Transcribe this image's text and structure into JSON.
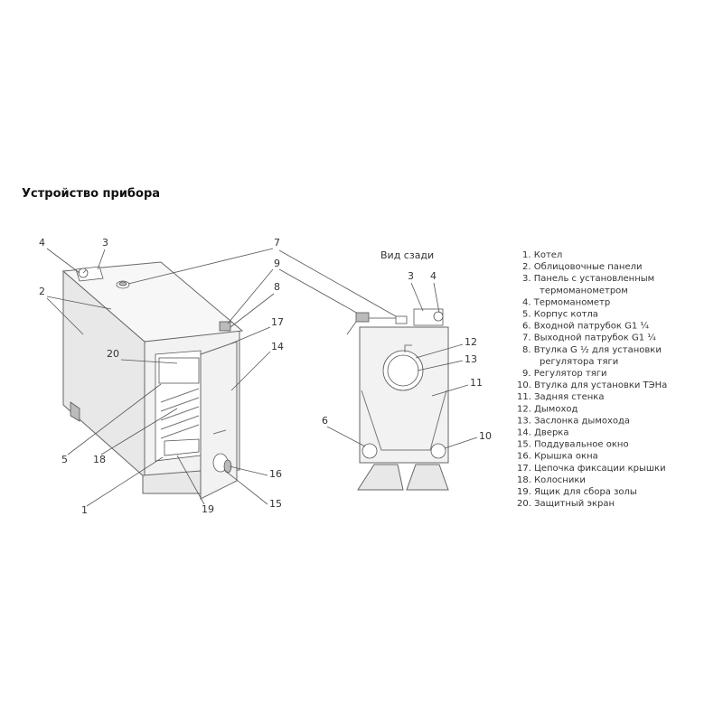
{
  "title": "Устройство прибора",
  "rear_view_label": "Вид сзади",
  "front_view_numbers": {
    "n1": "1",
    "n2": "2",
    "n3": "3",
    "n4": "4",
    "n5": "5",
    "n7": "7",
    "n8": "8",
    "n9": "9",
    "n14": "14",
    "n15": "15",
    "n16": "16",
    "n17": "17",
    "n18": "18",
    "n19": "19",
    "n20": "20"
  },
  "rear_view_numbers": {
    "n3": "3",
    "n4": "4",
    "n6": "6",
    "n10": "10",
    "n11": "11",
    "n12": "12",
    "n13": "13"
  },
  "legend": [
    "1. Котел",
    "2. Облицовочные панели",
    "3. Панель с установленным",
    "термоманометром",
    "4. Термоманометр",
    "5. Корпус котла",
    "6. Входной патрубок G1 ¼",
    "7. Выходной патрубок G1 ¼",
    "8. Втулка G ½ для установки",
    "регулятора тяги",
    "9. Регулятор тяги",
    "10. Втулка для установки ТЭНа",
    "11. Задняя стенка",
    "12. Дымоход",
    "13. Заслонка дымохода",
    "14. Дверка",
    "15. Поддувальное окно",
    "16. Крышка окна",
    "17. Цепочка фиксации крышки",
    "18. Колосники",
    "19. Ящик для сбора золы",
    "20. Защитный экран"
  ]
}
